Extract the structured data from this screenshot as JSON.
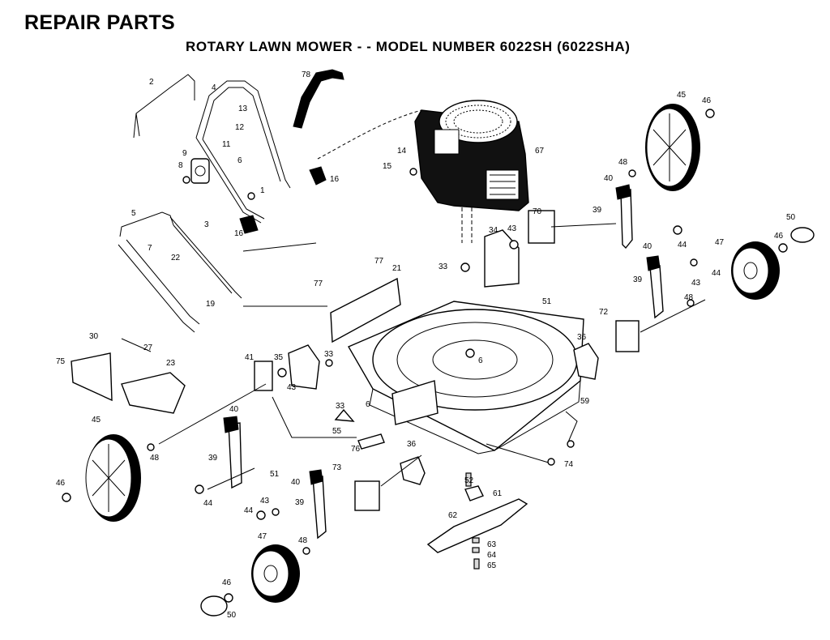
{
  "header": {
    "title": "REPAIR PARTS",
    "subtitle": "ROTARY LAWN MOWER - - MODEL NUMBER 6022SH (6022SHA)"
  },
  "callouts": [
    {
      "id": "c2",
      "text": "2"
    },
    {
      "id": "c4",
      "text": "4"
    },
    {
      "id": "c78",
      "text": "78"
    },
    {
      "id": "c13",
      "text": "13"
    },
    {
      "id": "c12",
      "text": "12"
    },
    {
      "id": "c11",
      "text": "11"
    },
    {
      "id": "c6a",
      "text": "6"
    },
    {
      "id": "c9",
      "text": "9"
    },
    {
      "id": "c8",
      "text": "8"
    },
    {
      "id": "c1",
      "text": "1"
    },
    {
      "id": "c3",
      "text": "3"
    },
    {
      "id": "c16a",
      "text": "16"
    },
    {
      "id": "c16b",
      "text": "16"
    },
    {
      "id": "c14",
      "text": "14"
    },
    {
      "id": "c15",
      "text": "15"
    },
    {
      "id": "c67",
      "text": "67"
    },
    {
      "id": "c45a",
      "text": "45"
    },
    {
      "id": "c46a",
      "text": "46"
    },
    {
      "id": "c48a",
      "text": "48"
    },
    {
      "id": "c40a",
      "text": "40"
    },
    {
      "id": "c70",
      "text": "70"
    },
    {
      "id": "c39a",
      "text": "39"
    },
    {
      "id": "c44a",
      "text": "44"
    },
    {
      "id": "c50a",
      "text": "50"
    },
    {
      "id": "c46b",
      "text": "46"
    },
    {
      "id": "c47a",
      "text": "47"
    },
    {
      "id": "c40b",
      "text": "40"
    },
    {
      "id": "c43a",
      "text": "43"
    },
    {
      "id": "c44b",
      "text": "44"
    },
    {
      "id": "c39b",
      "text": "39"
    },
    {
      "id": "c48b",
      "text": "48"
    },
    {
      "id": "c5",
      "text": "5"
    },
    {
      "id": "c7",
      "text": "7"
    },
    {
      "id": "c22",
      "text": "22"
    },
    {
      "id": "c19",
      "text": "19"
    },
    {
      "id": "c77a",
      "text": "77"
    },
    {
      "id": "c77b",
      "text": "77"
    },
    {
      "id": "c21",
      "text": "21"
    },
    {
      "id": "c34",
      "text": "34"
    },
    {
      "id": "c43b",
      "text": "43"
    },
    {
      "id": "c33a",
      "text": "33"
    },
    {
      "id": "c51a",
      "text": "51"
    },
    {
      "id": "c72",
      "text": "72"
    },
    {
      "id": "c36a",
      "text": "36"
    },
    {
      "id": "c6b",
      "text": "6"
    },
    {
      "id": "c30",
      "text": "30"
    },
    {
      "id": "c27",
      "text": "27"
    },
    {
      "id": "c75",
      "text": "75"
    },
    {
      "id": "c23",
      "text": "23"
    },
    {
      "id": "c41",
      "text": "41"
    },
    {
      "id": "c35",
      "text": "35"
    },
    {
      "id": "c33b",
      "text": "33"
    },
    {
      "id": "c43c",
      "text": "43"
    },
    {
      "id": "c6c",
      "text": "6"
    },
    {
      "id": "c33c",
      "text": "33"
    },
    {
      "id": "c55",
      "text": "55"
    },
    {
      "id": "c76",
      "text": "76"
    },
    {
      "id": "c59",
      "text": "59"
    },
    {
      "id": "c40c",
      "text": "40"
    },
    {
      "id": "c45b",
      "text": "45"
    },
    {
      "id": "c48c",
      "text": "48"
    },
    {
      "id": "c39c",
      "text": "39"
    },
    {
      "id": "c51b",
      "text": "51"
    },
    {
      "id": "c36b",
      "text": "36"
    },
    {
      "id": "c74",
      "text": "74"
    },
    {
      "id": "c46c",
      "text": "46"
    },
    {
      "id": "c44c",
      "text": "44"
    },
    {
      "id": "c73",
      "text": "73"
    },
    {
      "id": "c40d",
      "text": "40"
    },
    {
      "id": "c52",
      "text": "52"
    },
    {
      "id": "c61",
      "text": "61"
    },
    {
      "id": "c43d",
      "text": "43"
    },
    {
      "id": "c44d",
      "text": "44"
    },
    {
      "id": "c39d",
      "text": "39"
    },
    {
      "id": "c62",
      "text": "62"
    },
    {
      "id": "c47b",
      "text": "47"
    },
    {
      "id": "c48d",
      "text": "48"
    },
    {
      "id": "c63",
      "text": "63"
    },
    {
      "id": "c64",
      "text": "64"
    },
    {
      "id": "c65",
      "text": "65"
    },
    {
      "id": "c46d",
      "text": "46"
    },
    {
      "id": "c50b",
      "text": "50"
    }
  ]
}
